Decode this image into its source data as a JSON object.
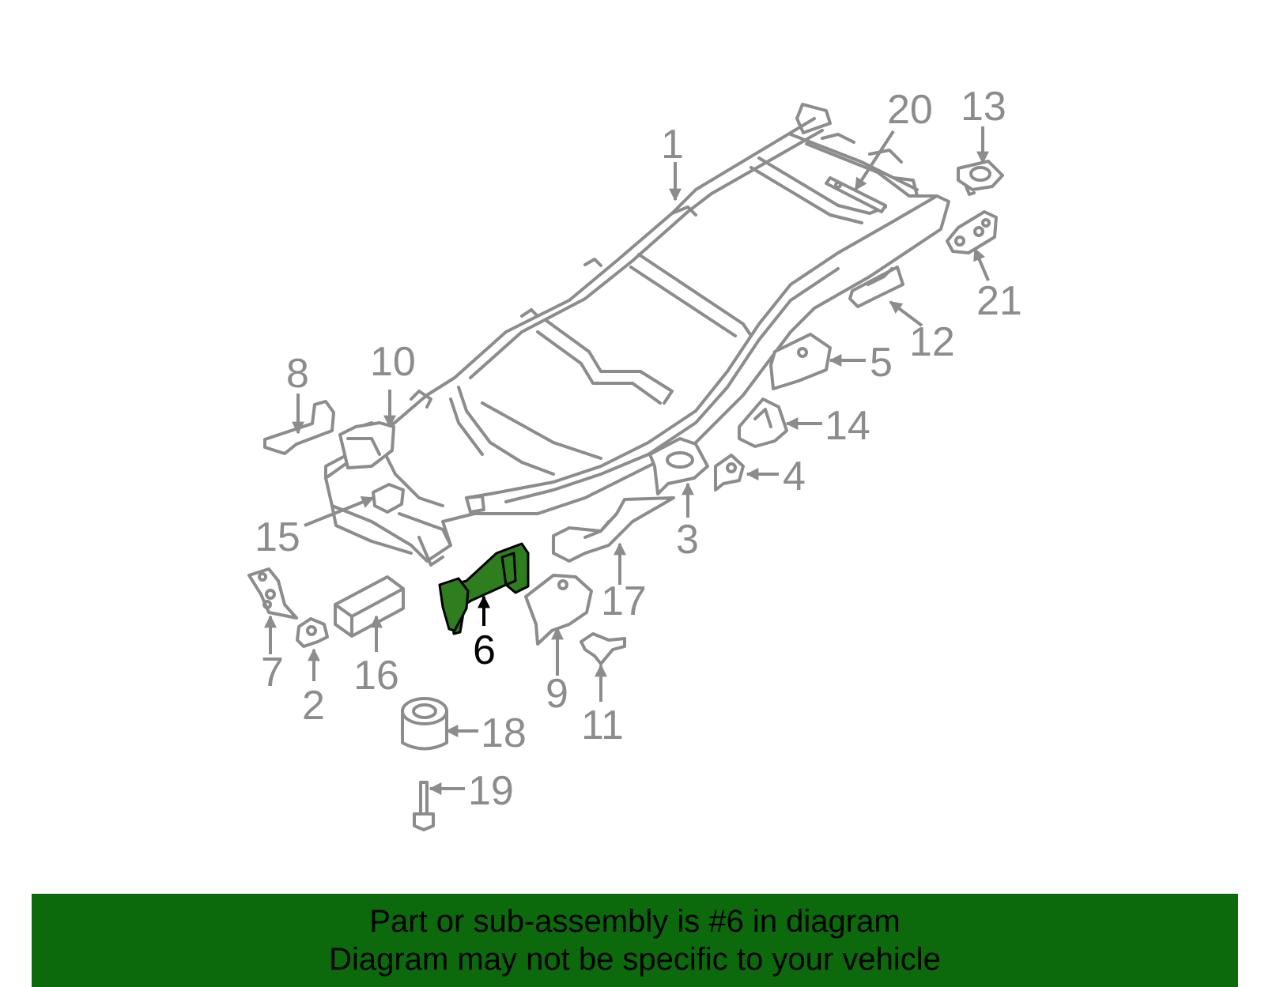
{
  "colors": {
    "banner": "#0c6a0c",
    "part_line": "#8c8c8c",
    "highlight_part": "#2e7d1f",
    "highlight_label": "#000000"
  },
  "highlighted_part": "6",
  "callouts": {
    "c1": "1",
    "c2": "2",
    "c3": "3",
    "c4": "4",
    "c5": "5",
    "c6": "6",
    "c7": "7",
    "c8": "8",
    "c9": "9",
    "c10": "10",
    "c11": "11",
    "c12": "12",
    "c13": "13",
    "c14": "14",
    "c15": "15",
    "c16": "16",
    "c17": "17",
    "c18": "18",
    "c19": "19",
    "c20": "20",
    "c21": "21"
  },
  "banner": {
    "line1": "Part or sub-assembly is #6 in diagram",
    "line2": "Diagram may not be specific to your vehicle"
  }
}
